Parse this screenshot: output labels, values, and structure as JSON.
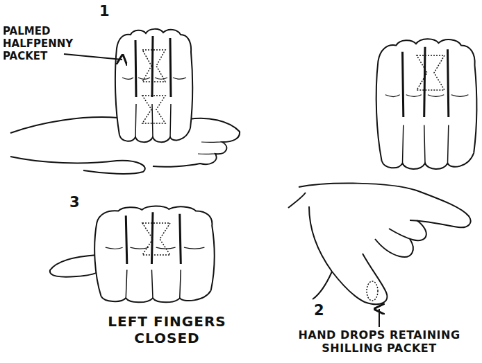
{
  "diagram": {
    "labels": [
      "1",
      "PALMED HALFPENNY PACKET",
      "3",
      "LEFT FINGERS CLOSED",
      "2",
      "HAND DROPS RETAINING SHILLING PACKET"
    ]
  }
}
